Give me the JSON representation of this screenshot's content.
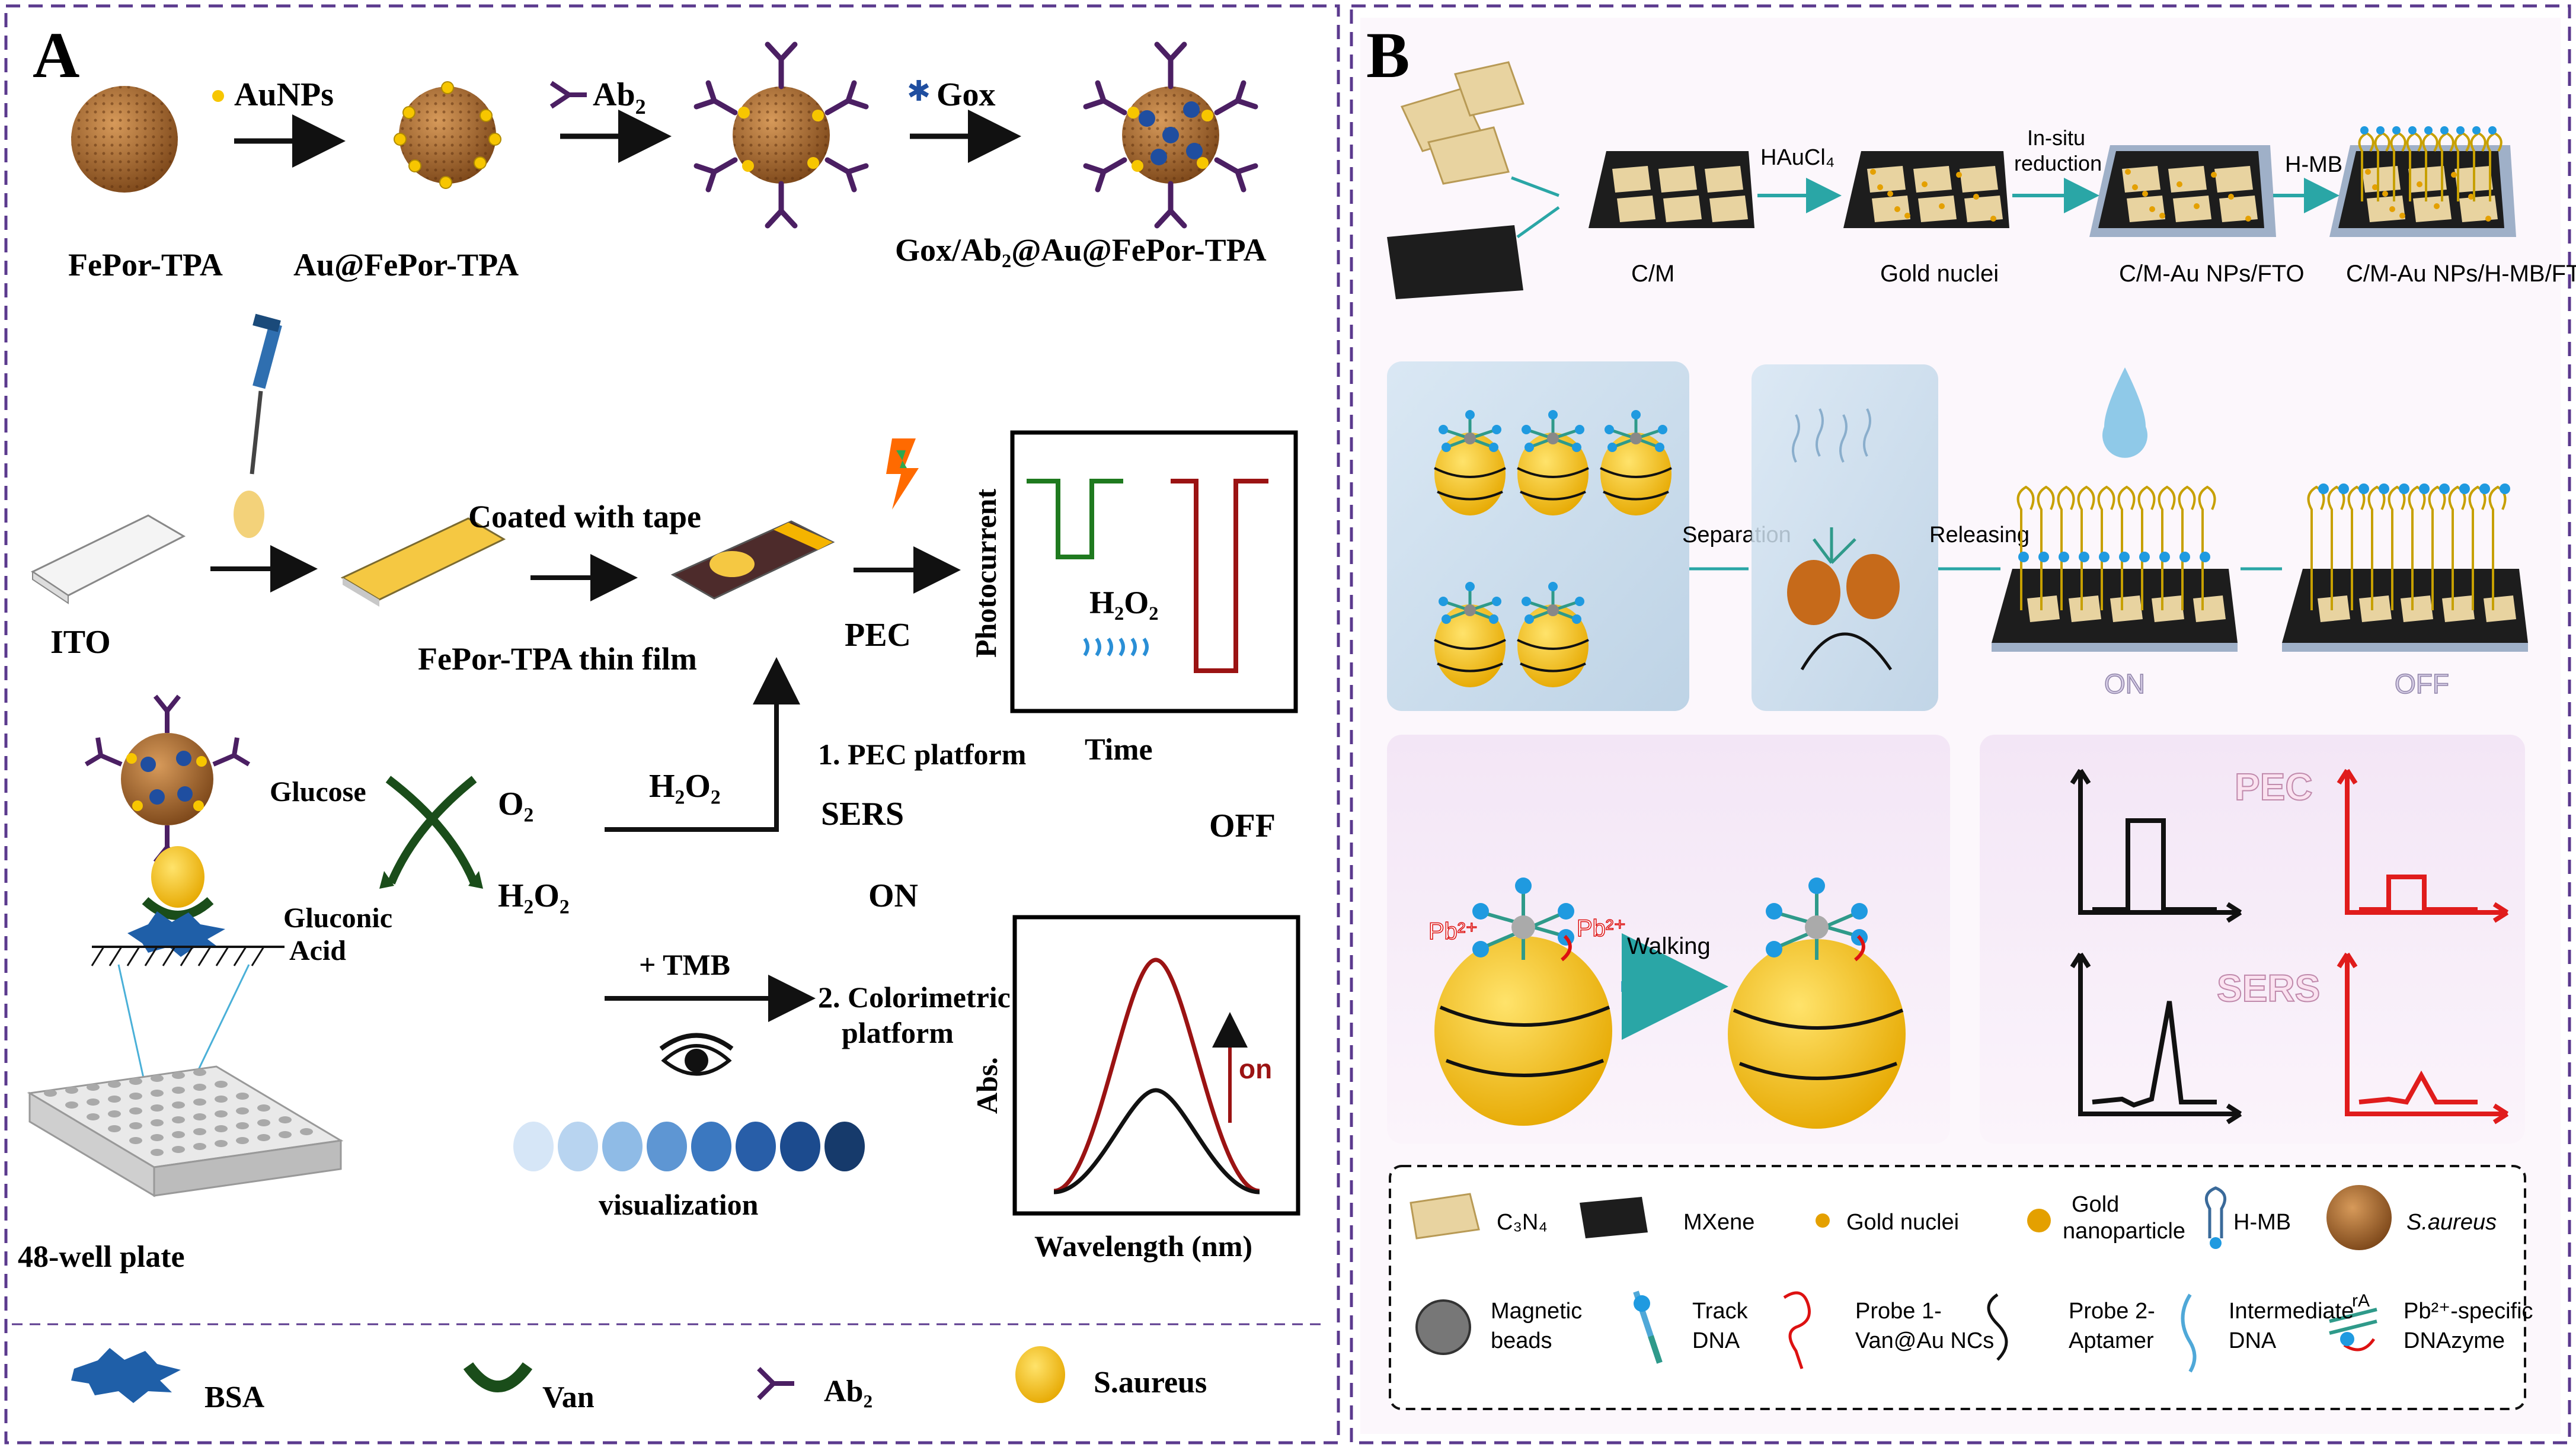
{
  "panelA": {
    "letter": "A",
    "step_labels": [
      "AuNPs",
      "Ab",
      "Gox"
    ],
    "ab_sub": "2",
    "particles": [
      "FePor-TPA",
      "Au@FePor-TPA",
      "Gox/Ab₂@Au@FePor-TPA"
    ],
    "row2": {
      "ito": "ITO",
      "thin_film": "FePor-TPA thin film",
      "coated": "Coated with tape",
      "pec": "PEC",
      "photocurrent": "Photocurrent",
      "h2o2_graph": "H₂O₂",
      "time": "Time"
    },
    "reaction": {
      "glucose": "Glucose",
      "o2": "O₂",
      "h2o2": "H₂O₂",
      "gluconic": "Gluconic",
      "acid": "Acid",
      "h2o2_arrow": "H₂O₂"
    },
    "platforms": {
      "pec_platform": "1. PEC platform",
      "sers": "SERS",
      "off": "OFF",
      "on": "ON",
      "tmb": "+ TMB",
      "colorimetric_1": "2. Colorimetric",
      "colorimetric_2": "platform",
      "visualization": "visualization",
      "abs": "Abs.",
      "on_small": "on",
      "wavelength": "Wavelength (nm)"
    },
    "well_plate": "48-well plate",
    "legend": [
      "BSA",
      "Van",
      "Ab₂",
      "S.aureus"
    ],
    "colors": [
      "#d6e6f7",
      "#b8d4f0",
      "#8fbbe6",
      "#5e96d3",
      "#3b78c0",
      "#285ea8",
      "#1c4b8e",
      "#163a6b"
    ]
  },
  "panelB": {
    "letter": "B",
    "top_labels": [
      "C/M",
      "Gold nuclei",
      "C/M-Au NPs/FTO",
      "C/M-Au NPs/H-MB/FTO"
    ],
    "arrow_labels": [
      "HAuCl₄",
      "In-situ",
      "reduction",
      "H-MB"
    ],
    "mid_labels": [
      "Separation",
      "Releasing",
      "ON",
      "OFF"
    ],
    "walking": "Walking",
    "pb1": "Pb²⁺",
    "pb2": "Pb²⁺",
    "pec": "PEC",
    "sers": "SERS",
    "legend": [
      "C₃N₄",
      "MXene",
      "Gold nuclei",
      "Gold",
      "nanoparticle",
      "H-MB",
      "S.aureus",
      "Magnetic",
      "beads",
      "Track",
      "DNA",
      "Probe 1-",
      "Van@Au NCs",
      "Probe 2-",
      "Aptamer",
      "Intermediate",
      "DNA",
      "Pb²⁺-specific",
      "DNAzyme",
      "rA"
    ]
  }
}
